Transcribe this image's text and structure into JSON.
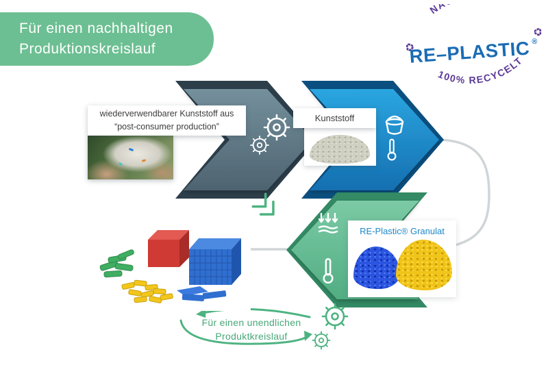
{
  "banner": {
    "line1": "Für einen nachhaltigen",
    "line2": "Produktionskreislauf"
  },
  "logo": {
    "arc_top": "NACHHALTIG",
    "recycle": "♻",
    "brand": "RE–PLASTIC",
    "registered": "®",
    "arc_bottom": "100% RECYCELT"
  },
  "steps": {
    "step1": {
      "line1": "wiederverwendbarer Kunststoff aus",
      "line2": "“post-consumer production”"
    },
    "step2": {
      "label": "Kunststoff"
    },
    "step3": {
      "label": "RE-Plastic® Granulat"
    }
  },
  "bottom_cycle": {
    "line1": "Für einen unendlichen",
    "line2": "Produktkreislauf"
  },
  "colors": {
    "banner_green": "#6cbf92",
    "brand_blue": "#1a6cb4",
    "brand_purple": "#5c3a96",
    "chevron_gray": "#5e7582",
    "chevron_gray_dark": "#2c3e4a",
    "chevron_blue": "#1e96d2",
    "chevron_blue_dark": "#0b4f80",
    "chevron_green": "#67bd96",
    "chevron_green_dark": "#338a64",
    "cycle_green": "#4db381",
    "granulat_label_blue": "#1d87c9",
    "connector_gray": "#d0d5d8"
  }
}
